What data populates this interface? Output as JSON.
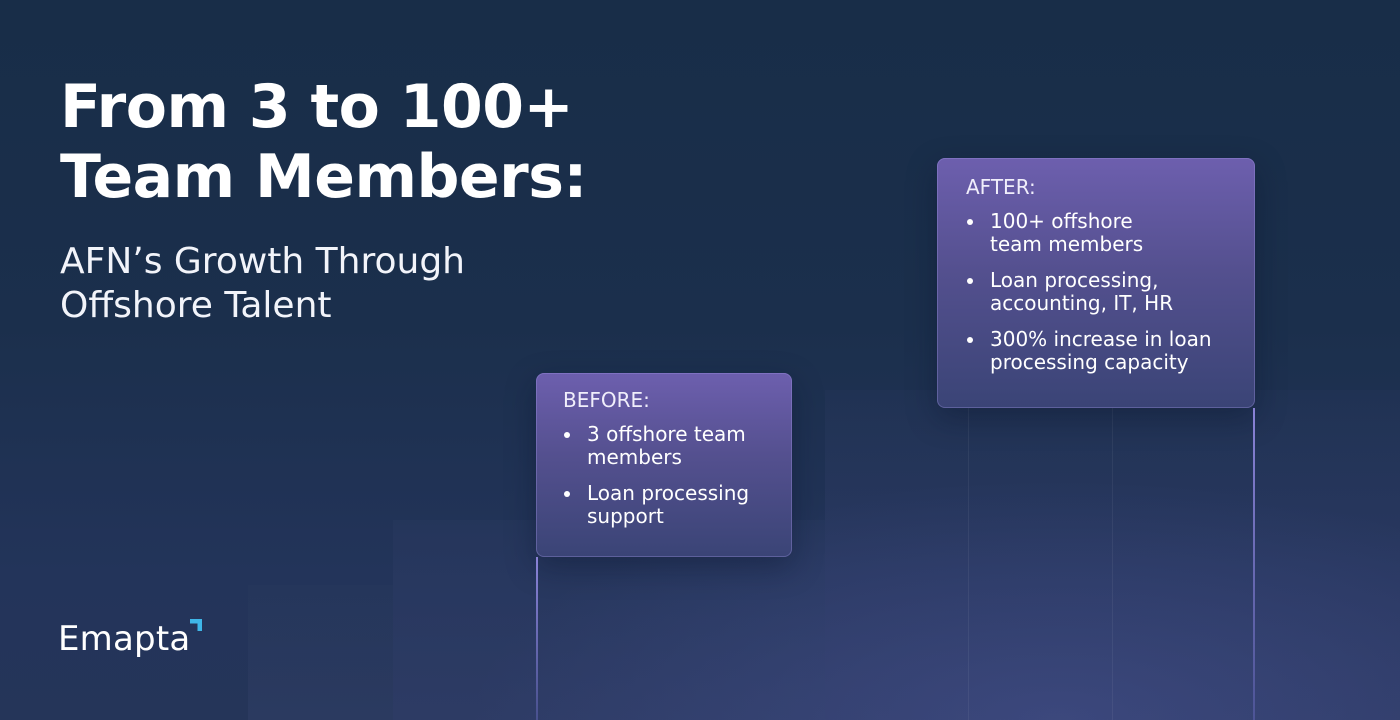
{
  "headline": {
    "line1": "From 3 to 100+",
    "line2": "Team Members:"
  },
  "subhead": {
    "line1": "AFN’s Growth Through",
    "line2": "Offshore Talent"
  },
  "before": {
    "title": "BEFORE:",
    "items": [
      {
        "line1": "3 offshore team",
        "line2": "members"
      },
      {
        "line1": "Loan processing",
        "line2": "support"
      }
    ]
  },
  "after": {
    "title": "AFTER:",
    "items": [
      {
        "line1": "100+ offshore",
        "line2": "team members"
      },
      {
        "line1": "Loan processing,",
        "line2": "accounting, IT, HR"
      },
      {
        "line1": "300% increase in loan",
        "line2": "processing capacity"
      }
    ]
  },
  "logo": {
    "text": "Emapta",
    "icon": "corner-bracket-icon",
    "accent_color": "#3fb6e8"
  },
  "colors": {
    "background": "#1b2f4c",
    "card_top": "#6d5fae",
    "card_bottom": "#3a4476"
  }
}
